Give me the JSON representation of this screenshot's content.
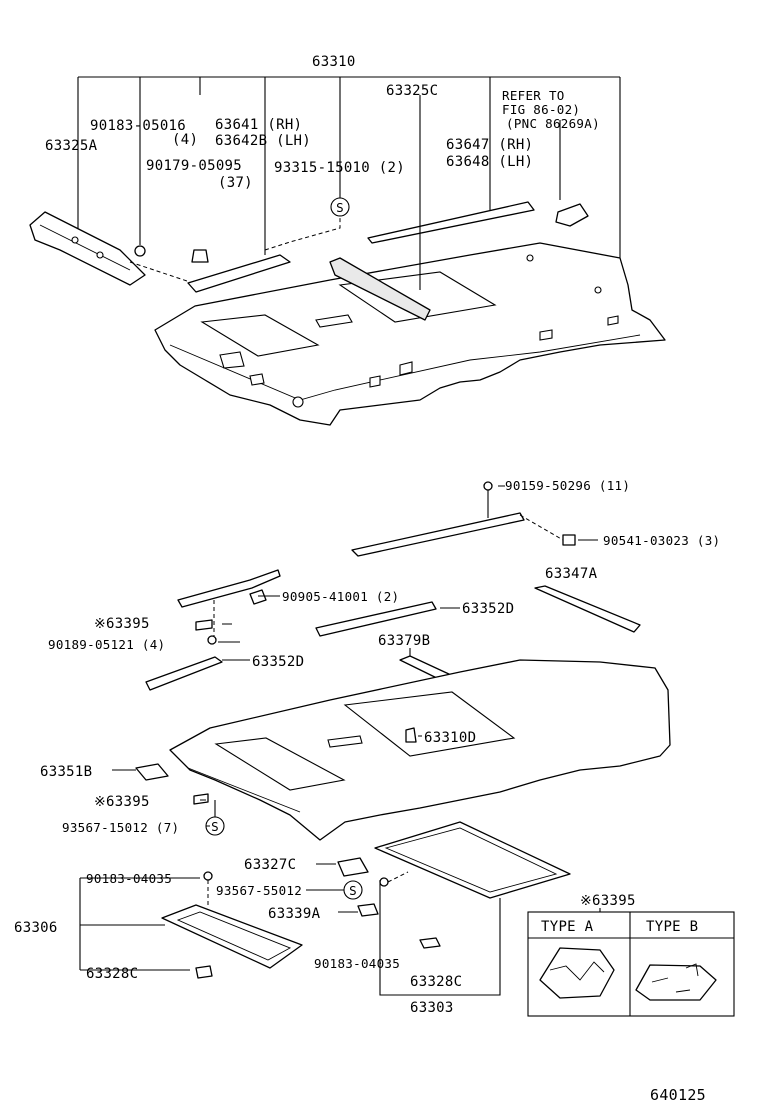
{
  "labels": {
    "p63310": "63310",
    "p90183_05016": "90183-05016",
    "p90183_05016_qty": "(4)",
    "p63325A": "63325A",
    "p63641": "63641  (RH)",
    "p63642B": "63642B (LH)",
    "p90179": "90179-05095",
    "p90179_qty": "(37)",
    "p93315": "93315-15010 (2)",
    "p63325C": "63325C",
    "refer1": "REFER TO",
    "refer2": "FIG 86-02)",
    "refer3": "(PNC 86269A)",
    "p63647": "63647 (RH)",
    "p63648": "63648 (LH)",
    "s_mark": "S",
    "p90159": "90159-50296 (11)",
    "p90541": "90541-03023 (3)",
    "p63347A": "63347A",
    "p90905": "90905-41001 (2)",
    "p63395_a": "※63395",
    "p63352D_a": "63352D",
    "p90189": "90189-05121 (4)",
    "p63352D_b": "63352D",
    "p63379B": "63379B",
    "p63310D": "63310D",
    "p63351B": "63351B",
    "p63395_b": "※63395",
    "p93567_15012": "93567-15012 (7)",
    "p63327C": "63327C",
    "p90183_04035_a": "90183-04035",
    "p93567_55012": "93567-55012",
    "p63306": "63306",
    "p63339A": "63339A",
    "p63328C_a": "63328C",
    "p90183_04035_b": "90183-04035",
    "p63328C_b": "63328C",
    "p63303": "63303",
    "inset_title": "※63395",
    "type_a": "TYPE  A",
    "type_b": "TYPE  B",
    "diagram_id": "640125"
  }
}
